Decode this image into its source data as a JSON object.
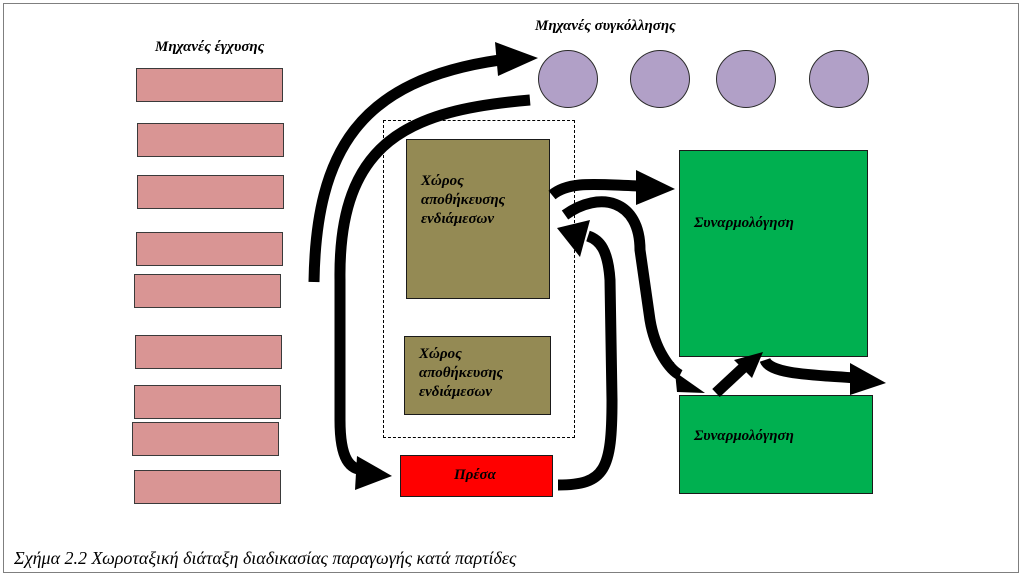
{
  "labels": {
    "casting_machines": "Μηχανές έγχυσης",
    "welding_machines": "Μηχανές συγκόλλησης",
    "storage_1": "Χώρος\nαποθήκευσης\nενδιάμεσων",
    "storage_2": "Χώρος\nαποθήκευσης\nενδιάμεσων",
    "assembly_1": "Συναρμολόγηση",
    "assembly_2": "Συναρμολόγηση",
    "press": "Πρέσα"
  },
  "caption": "Σχήμα 2.2 Χωροταξική διάταξη διαδικασίας παραγωγής κατά παρτίδες",
  "colors": {
    "casting": "#d99594",
    "welding": "#b1a0c7",
    "storage": "#948a54",
    "assembly": "#00b050",
    "press": "#ff0000",
    "arrows": "#000000"
  }
}
